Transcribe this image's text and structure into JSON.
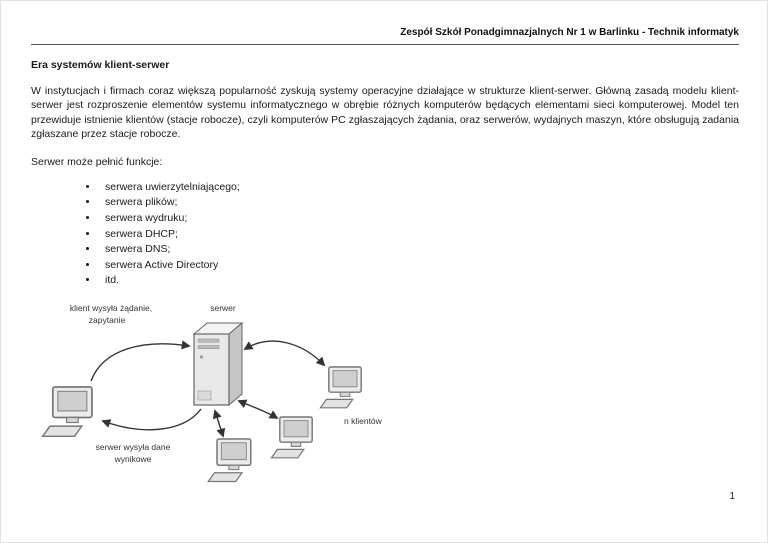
{
  "header": {
    "school": "Zespół Szkół Ponadgimnazjalnych Nr 1 w Barlinku - Technik informatyk"
  },
  "document": {
    "title": "Era systemów klient-serwer",
    "paragraph1": "W instytucjach i firmach coraz większą popularność zyskują systemy operacyjne działające w strukturze klient-serwer. Główną zasadą modelu klient-serwer jest rozproszenie elementów systemu informatycznego w obrębie różnych komputerów będących elementami sieci komputerowej. Model ten przewiduje istnienie klientów (stacje robocze), czyli komputerów PC zgłaszających żądania, oraz serwerów, wydajnych maszyn, które obsługują zadania zgłaszane przez stacje robocze.",
    "functions_intro": "Serwer może pełnić funkcje:",
    "bullets": [
      "serwera uwierzytelniającego;",
      "serwera plików;",
      "serwera wydruku;",
      "serwera DHCP;",
      "serwera DNS;",
      "serwera Active Directory",
      "itd."
    ]
  },
  "diagram": {
    "label_client_request_line1": "klient wysyła żądanie,",
    "label_client_request_line2": "zapytanie",
    "label_server": "serwer",
    "label_n_clients": "n klientów",
    "label_server_response_line1": "serwer wysyła dane",
    "label_server_response_line2": "wynikowe"
  },
  "footer": {
    "page_number": "1"
  },
  "colors": {
    "ink": "#1a1a1a",
    "diagram_stroke": "#666666",
    "diagram_fill_light": "#ececec",
    "diagram_fill_mid": "#d6d6d6",
    "arrow": "#333333"
  }
}
